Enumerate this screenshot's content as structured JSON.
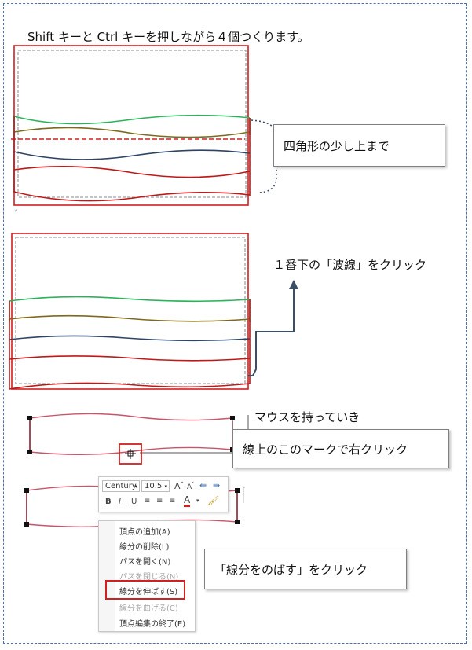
{
  "instructions": {
    "step1": "Shift キーと Ctrl キーを押しながら４個つくります。",
    "step2": "四角形の少し上まで",
    "step3": "１番下の「波線」をクリック",
    "step4": "マウスを持っていき",
    "step5": "線上のこのマークで右クリック",
    "step6": "「線分をのばす」をクリック"
  },
  "toolbar": {
    "font_name": "Century",
    "font_size": "10.5",
    "grow_font": "A",
    "shrink_font": "A",
    "bold": "B",
    "italic": "I",
    "underline": "U",
    "font_color": "A"
  },
  "context_menu": {
    "items": [
      {
        "label": "頂点の追加(A)",
        "enabled": true
      },
      {
        "label": "線分の削除(L)",
        "enabled": true
      },
      {
        "label": "パスを開く(N)",
        "enabled": true
      },
      {
        "label": "パスを閉じる(N)",
        "enabled": false
      },
      {
        "label": "線分を伸ばす(S)",
        "enabled": true,
        "highlighted": true
      },
      {
        "label": "線分を曲げる(C)",
        "enabled": false
      },
      {
        "label": "頂点編集の終了(E)",
        "enabled": true
      }
    ]
  },
  "colors": {
    "rect_red": "#d02020",
    "wave_green": "#2ab35a",
    "wave_olive": "#7d6a1e",
    "wave_navy": "#2e4466",
    "wave_red": "#c01818",
    "dashed_gray": "#8a8a8a",
    "arrow": "#3a4e66",
    "frame_blue": "#4a72b0",
    "highlight": "#d02020"
  },
  "icons": [
    "cursor-arrow-icon",
    "vertex-marker-icon",
    "grow-font-icon",
    "shrink-font-icon",
    "indent-icon",
    "align-icon",
    "paint-brush-icon"
  ]
}
